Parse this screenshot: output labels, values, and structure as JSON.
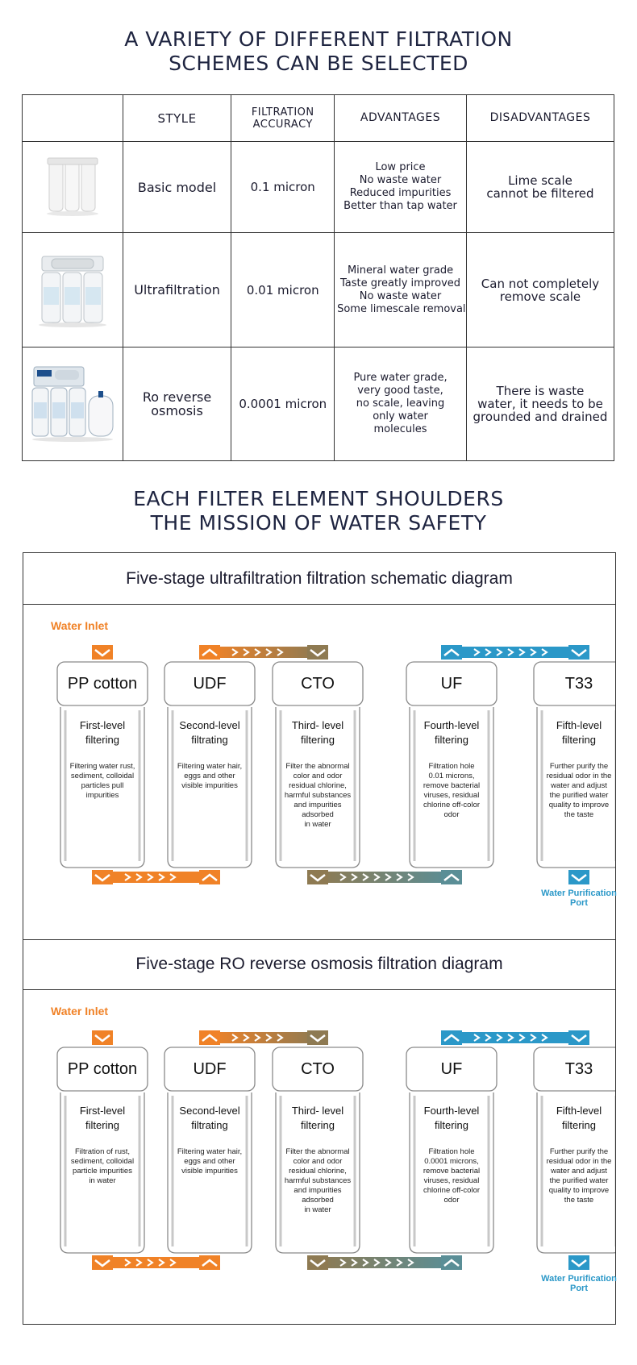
{
  "section1": {
    "title_line1": "A VARIETY OF DIFFERENT FILTRATION",
    "title_line2": "SCHEMES CAN BE SELECTED"
  },
  "table": {
    "headers": {
      "style": "STYLE",
      "accuracy_line1": "FILTRATION",
      "accuracy_line2": "ACCURACY",
      "advantages": "ADVANTAGES",
      "disadvantages": "DISADVANTAGES"
    },
    "rows": [
      {
        "style": "Basic model",
        "accuracy": "0.1 micron",
        "advantages": [
          "Low price",
          "No waste water",
          "Reduced impurities",
          "Better than tap water"
        ],
        "disadvantages": [
          "Lime scale",
          "cannot be filtered"
        ]
      },
      {
        "style": "Ultrafiltration",
        "accuracy": "0.01 micron",
        "advantages": [
          "Mineral water grade",
          "Taste greatly improved",
          "No waste water",
          "Some limescale removal"
        ],
        "disadvantages": [
          "Can not completely",
          "remove scale"
        ]
      },
      {
        "style_line1": "Ro reverse",
        "style_line2": "osmosis",
        "accuracy": "0.0001 micron",
        "advantages": [
          "Pure water grade,",
          "very good taste,",
          "no scale, leaving",
          "only water",
          "molecules"
        ],
        "disadvantages": [
          "There is waste",
          "water, it needs to be",
          "grounded and drained"
        ]
      }
    ]
  },
  "section2": {
    "title_line1": "EACH FILTER ELEMENT SHOULDERS",
    "title_line2": "THE MISSION OF WATER SAFETY"
  },
  "diagram_uf": {
    "title": "Five-stage ultrafiltration filtration schematic diagram",
    "inlet_label": "Water Inlet",
    "port_line1": "Water Purification",
    "port_line2": "Port",
    "filters": [
      {
        "name": "PP cotton",
        "level_line1": "First-level",
        "level_line2": "filtering",
        "desc": [
          "Filtering water rust,",
          "sediment, colloidal",
          "particles pull",
          "impurities"
        ]
      },
      {
        "name": "UDF",
        "level_line1": "Second-level",
        "level_line2": "filtrating",
        "desc": [
          "Filtering water hair,",
          "eggs and other",
          "visible impurities"
        ]
      },
      {
        "name": "CTO",
        "level_line1": "Third- level",
        "level_line2": "filtering",
        "desc": [
          "Filter the abnormal",
          "color and odor",
          "residual chlorine,",
          "harmful substances",
          "and impurities",
          "adsorbed",
          "in water"
        ]
      },
      {
        "name": "UF",
        "level_line1": "Fourth-level",
        "level_line2": "filtering",
        "desc": [
          "Filtration hole",
          "0.01 microns,",
          "remove bacterial",
          "viruses, residual",
          "chlorine off-color",
          "odor"
        ]
      },
      {
        "name": "T33",
        "level_line1": "Fifth-level",
        "level_line2": "filtering",
        "desc": [
          "Further purify the",
          "residual odor in the",
          "water and adjust",
          "the purified water",
          "quality to improve",
          "the taste"
        ]
      }
    ]
  },
  "diagram_ro": {
    "title": "Five-stage RO reverse osmosis filtration diagram",
    "inlet_label": "Water Inlet",
    "port_line1": "Water Purification",
    "port_line2": "Port",
    "filters": [
      {
        "name": "PP cotton",
        "level_line1": "First-level",
        "level_line2": "filtering",
        "desc": [
          "Filtration of rust,",
          "sediment, colloidal",
          "particle impurities",
          "in water"
        ]
      },
      {
        "name": "UDF",
        "level_line1": "Second-level",
        "level_line2": "filtrating",
        "desc": [
          "Filtering water hair,",
          "eggs and other",
          "visible impurities"
        ]
      },
      {
        "name": "CTO",
        "level_line1": "Third- level",
        "level_line2": "filtering",
        "desc": [
          "Filter the abnormal",
          "color and odor",
          "residual chlorine,",
          "harmful substances",
          "and impurities",
          "adsorbed",
          "in water"
        ]
      },
      {
        "name": "UF",
        "level_line1": "Fourth-level",
        "level_line2": "filtering",
        "desc": [
          "Filtration hole",
          "0.0001 microns,",
          "remove bacterial",
          "viruses, residual",
          "chlorine off-color",
          "odor"
        ]
      },
      {
        "name": "T33",
        "level_line1": "Fifth-level",
        "level_line2": "filtering",
        "desc": [
          "Further purify the",
          "residual odor in the",
          "water and adjust",
          "the purified water",
          "quality to improve",
          "the taste"
        ]
      }
    ]
  },
  "colors": {
    "orange": "#f08227",
    "olive": "#8e7a52",
    "teal": "#5a8e96",
    "blue": "#2b98c8"
  }
}
